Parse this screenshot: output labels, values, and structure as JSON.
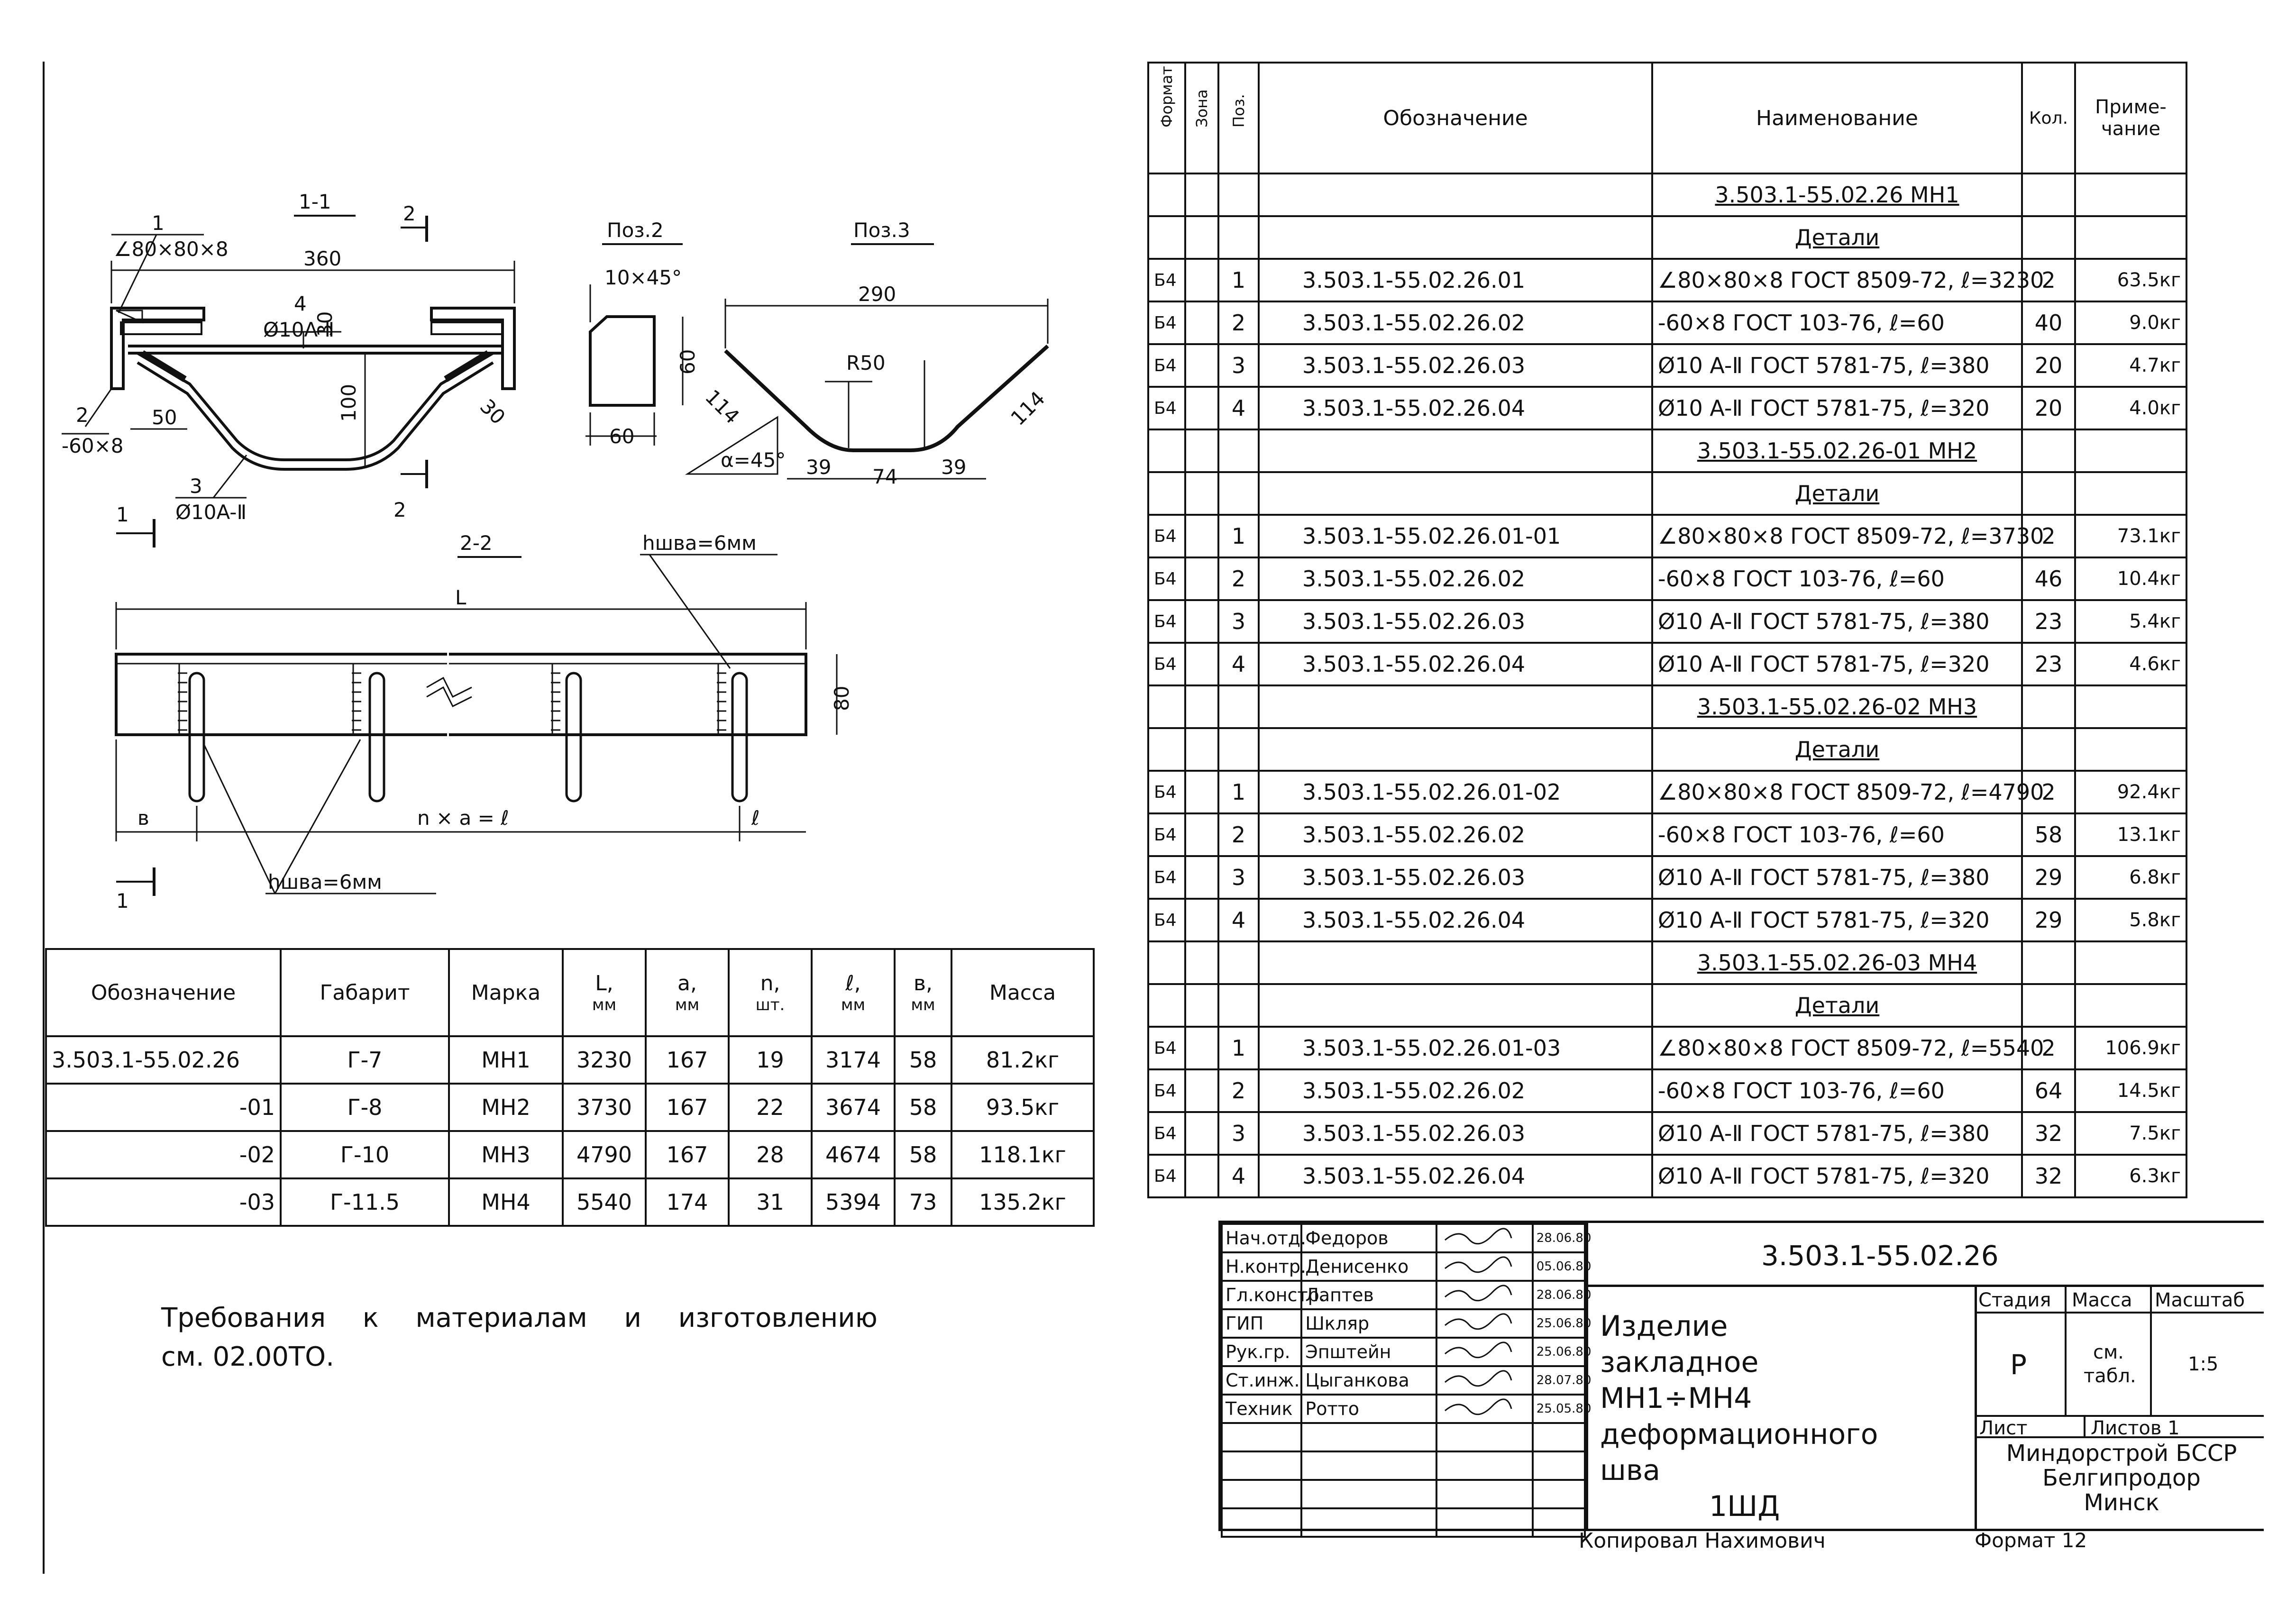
{
  "drawing": {
    "section_1_1": "1-1",
    "section_2_2": "2-2",
    "cut_marker_1": "1",
    "cut_marker_2": "2",
    "pos2_title": "Поз.2",
    "pos3_title": "Поз.3",
    "callout_1": "1",
    "callout_1_text": "∠80×80×8",
    "callout_2": "2",
    "callout_2_text": "-60×8",
    "callout_3": "3",
    "callout_3_text": "Ø10A-Ⅱ",
    "callout_4": "4",
    "callout_4_text": "Ø10A-Ⅱ",
    "dim_360": "360",
    "dim_30a": "30",
    "dim_30b": "30",
    "dim_100": "100",
    "dim_50": "50",
    "pos2_chamfer": "10×45°",
    "pos2_dim_60v": "60",
    "pos2_dim_60h": "60",
    "pos3_dim_290": "290",
    "pos3_r": "R50",
    "pos3_114a": "114",
    "pos3_114b": "114",
    "pos3_39a": "39",
    "pos3_74": "74",
    "pos3_39b": "39",
    "pos3_angle": "α=45°",
    "weld_top": "hшва=6мм",
    "weld_bottom": "hшва=6мм",
    "dim_L": "L",
    "dim_80": "80",
    "dim_b": "в",
    "dim_l": "ℓ",
    "dim_nal": "n × a = ℓ"
  },
  "params_table": {
    "headers": [
      {
        "label": "Обозначение",
        "unit": ""
      },
      {
        "label": "Габарит",
        "unit": ""
      },
      {
        "label": "Марка",
        "unit": ""
      },
      {
        "label": "L,",
        "unit": "мм"
      },
      {
        "label": "a,",
        "unit": "мм"
      },
      {
        "label": "n,",
        "unit": "шт."
      },
      {
        "label": "ℓ,",
        "unit": "мм"
      },
      {
        "label": "в,",
        "unit": "мм"
      },
      {
        "label": "Масса",
        "unit": ""
      }
    ],
    "rows": [
      [
        "3.503.1-55.02.26",
        "Г-7",
        "МН1",
        "3230",
        "167",
        "19",
        "3174",
        "58",
        "81.2кг"
      ],
      [
        "-01",
        "Г-8",
        "МН2",
        "3730",
        "167",
        "22",
        "3674",
        "58",
        "93.5кг"
      ],
      [
        "-02",
        "Г-10",
        "МН3",
        "4790",
        "167",
        "28",
        "4674",
        "58",
        "118.1кг"
      ],
      [
        "-03",
        "Г-11.5",
        "МН4",
        "5540",
        "174",
        "31",
        "5394",
        "73",
        "135.2кг"
      ]
    ]
  },
  "requirements": {
    "line1": "Требования к материалам и изготовлению",
    "line2": "см. 02.00ТО."
  },
  "spec_table": {
    "headers": [
      "Формат",
      "Зона",
      "Поз.",
      "Обозначение",
      "Наименование",
      "Кол.",
      "Приме-чание"
    ],
    "groups": [
      {
        "title": "3.503.1-55.02.26 МН1",
        "subtitle": "Детали",
        "rows": [
          [
            "Б4",
            "1",
            "3.503.1-55.02.26.01",
            "∠80×80×8 ГОСТ 8509-72, ℓ=3230",
            "2",
            "63.5кг"
          ],
          [
            "Б4",
            "2",
            "3.503.1-55.02.26.02",
            "-60×8 ГОСТ 103-76, ℓ=60",
            "40",
            "9.0кг"
          ],
          [
            "Б4",
            "3",
            "3.503.1-55.02.26.03",
            "Ø10 A-Ⅱ ГОСТ 5781-75, ℓ=380",
            "20",
            "4.7кг"
          ],
          [
            "Б4",
            "4",
            "3.503.1-55.02.26.04",
            "Ø10 A-Ⅱ ГОСТ 5781-75, ℓ=320",
            "20",
            "4.0кг"
          ]
        ]
      },
      {
        "title": "3.503.1-55.02.26-01 МН2",
        "subtitle": "Детали",
        "rows": [
          [
            "Б4",
            "1",
            "3.503.1-55.02.26.01-01",
            "∠80×80×8 ГОСТ 8509-72, ℓ=3730",
            "2",
            "73.1кг"
          ],
          [
            "Б4",
            "2",
            "3.503.1-55.02.26.02",
            "-60×8 ГОСТ 103-76, ℓ=60",
            "46",
            "10.4кг"
          ],
          [
            "Б4",
            "3",
            "3.503.1-55.02.26.03",
            "Ø10 A-Ⅱ ГОСТ 5781-75, ℓ=380",
            "23",
            "5.4кг"
          ],
          [
            "Б4",
            "4",
            "3.503.1-55.02.26.04",
            "Ø10 A-Ⅱ ГОСТ 5781-75, ℓ=320",
            "23",
            "4.6кг"
          ]
        ]
      },
      {
        "title": "3.503.1-55.02.26-02 МН3",
        "subtitle": "Детали",
        "rows": [
          [
            "Б4",
            "1",
            "3.503.1-55.02.26.01-02",
            "∠80×80×8 ГОСТ 8509-72, ℓ=4790",
            "2",
            "92.4кг"
          ],
          [
            "Б4",
            "2",
            "3.503.1-55.02.26.02",
            "-60×8 ГОСТ 103-76, ℓ=60",
            "58",
            "13.1кг"
          ],
          [
            "Б4",
            "3",
            "3.503.1-55.02.26.03",
            "Ø10 A-Ⅱ ГОСТ 5781-75, ℓ=380",
            "29",
            "6.8кг"
          ],
          [
            "Б4",
            "4",
            "3.503.1-55.02.26.04",
            "Ø10 A-Ⅱ ГОСТ 5781-75, ℓ=320",
            "29",
            "5.8кг"
          ]
        ]
      },
      {
        "title": "3.503.1-55.02.26-03 МН4",
        "subtitle": "Детали",
        "rows": [
          [
            "Б4",
            "1",
            "3.503.1-55.02.26.01-03",
            "∠80×80×8 ГОСТ 8509-72, ℓ=5540",
            "2",
            "106.9кг"
          ],
          [
            "Б4",
            "2",
            "3.503.1-55.02.26.02",
            "-60×8 ГОСТ 103-76, ℓ=60",
            "64",
            "14.5кг"
          ],
          [
            "Б4",
            "3",
            "3.503.1-55.02.26.03",
            "Ø10 A-Ⅱ ГОСТ 5781-75, ℓ=380",
            "32",
            "7.5кг"
          ],
          [
            "Б4",
            "4",
            "3.503.1-55.02.26.04",
            "Ø10 A-Ⅱ ГОСТ 5781-75, ℓ=320",
            "32",
            "6.3кг"
          ]
        ]
      }
    ]
  },
  "title_block": {
    "roles": [
      {
        "role": "Нач.отд.",
        "name": "Федоров",
        "date": "28.06.80"
      },
      {
        "role": "Н.контр.",
        "name": "Денисенко",
        "date": "05.06.80"
      },
      {
        "role": "Гл.констр.",
        "name": "Лаптев",
        "date": "28.06.80"
      },
      {
        "role": "ГИП",
        "name": "Шкляр",
        "date": "25.06.80"
      },
      {
        "role": "Рук.гр.",
        "name": "Эпштейн",
        "date": "25.06.80"
      },
      {
        "role": "Ст.инж.",
        "name": "Цыганкова",
        "date": "28.07.80"
      },
      {
        "role": "Техник",
        "name": "Ротто",
        "date": "25.05.80"
      }
    ],
    "code": "3.503.1-55.02.26",
    "name_line1": "Изделие закладное МН1÷МН4",
    "name_line2": "деформационного шва",
    "name_line3": "1ШД",
    "stage_label": "Стадия",
    "mass_label": "Масса",
    "scale_label": "Масштаб",
    "stage_value": "Р",
    "mass_value_1": "см.",
    "mass_value_2": "табл.",
    "scale_value": "1:5",
    "sheet_label": "Лист",
    "sheets_label": "Листов 1",
    "org_line1": "Миндорстрой БССР",
    "org_line2": "Белгипродор",
    "org_line3": "Минск",
    "copied_by": "Копировал Нахимович",
    "format": "Формат 12"
  }
}
